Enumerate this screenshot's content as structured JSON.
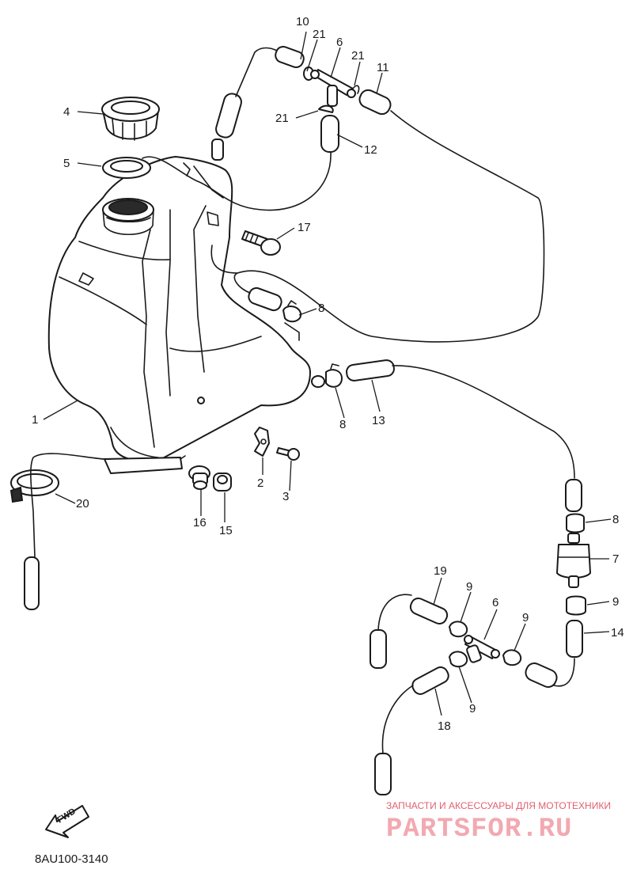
{
  "diagram": {
    "code": "8AU100-3140",
    "fwd_label": "FWD",
    "callouts": [
      "1",
      "2",
      "3",
      "4",
      "5",
      "6",
      "6",
      "7",
      "8",
      "8",
      "8",
      "9",
      "9",
      "9",
      "9",
      "10",
      "11",
      "12",
      "13",
      "14",
      "15",
      "16",
      "17",
      "18",
      "19",
      "20",
      "21",
      "21",
      "21"
    ]
  },
  "watermark": {
    "subtitle": "ЗАПЧАСТИ И АКСЕССУАРЫ ДЛЯ МОТОТЕХНИКИ",
    "brand": "PARTSFOR.RU"
  },
  "colors": {
    "ink": "#1a1a1a",
    "watermark_brand": "#f2a9b1",
    "watermark_sub": "#e06070"
  }
}
